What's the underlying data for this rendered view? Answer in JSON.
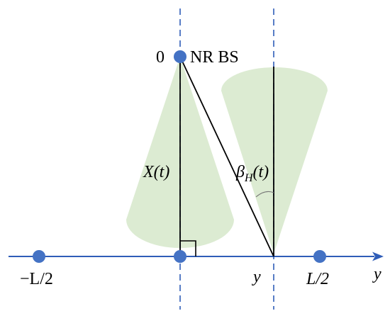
{
  "colors": {
    "axis": "#2f5db8",
    "dot": "#4472c4",
    "cone_fill": "#dcebd2",
    "line": "#000000"
  },
  "labels": {
    "origin": "0",
    "bs": "NR BS",
    "x_of_t": "X(t)",
    "beta_base": "β",
    "beta_sub": "H",
    "beta_tail": "(t)",
    "minus_half": "−L/2",
    "plus_half": "L/2",
    "y_point": "y",
    "y_axis": "y"
  }
}
